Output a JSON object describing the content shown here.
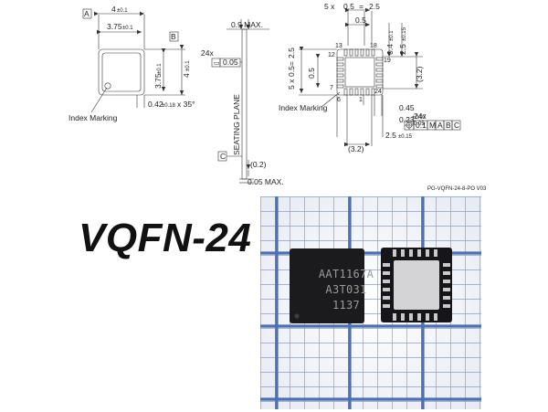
{
  "title": "VQFN-24",
  "drawing_code": "PG-VQFN-24-8-PO  V03",
  "top_view": {
    "datum_a": "A",
    "datum_b": "B",
    "dim_width": "4",
    "dim_width_tol": "±0.1",
    "dim_inner_width": "3.75",
    "dim_inner_width_tol": "±0.1",
    "dim_height": "4",
    "dim_height_tol": "±0.1",
    "dim_inner_height": "3.75",
    "dim_inner_height_tol": "±0.1",
    "chamfer_value": "0.42",
    "chamfer_tol": "±0.18",
    "chamfer_angle": "x 35°",
    "index_label": "Index Marking"
  },
  "side_view": {
    "max_height": "0.9 MAX.",
    "count": "24x",
    "flatness": "0.05",
    "seating_plane": "SEATING PLANE",
    "datum_c": "C",
    "standoff": "(0.2)",
    "standoff_max": "0.05 MAX."
  },
  "bottom_view": {
    "pitch_top": "5 x",
    "pitch_top_value": "0.5",
    "pitch_top_total": "2.5",
    "pitch_top_single": "0.5",
    "pin_13": "13",
    "pin_18": "18",
    "pin_19": "19",
    "pin_12": "12",
    "pin_7": "7",
    "pin_6": "6",
    "pin_1": "1",
    "pin_24": "24",
    "lead_width": "0.4",
    "lead_width_tol": "±0.1",
    "pad_span": "2.5",
    "pad_span_tol": "±0.15",
    "pitch_left": "5 x",
    "pitch_left_value": "0.5",
    "pitch_left_total": "2.5",
    "pitch_left_single": "0.5",
    "exposed_pad_h": "(3.2)",
    "index_label": "Index Marking",
    "lead_length": "0.45",
    "lead_thickness": "0.23",
    "lead_thickness_tol_up": "+0.07",
    "lead_thickness_tol_down": "-0.05",
    "count": "24x",
    "position_tol": "0.1",
    "modifier": "M",
    "datum_a": "A",
    "datum_b": "B",
    "datum_c": "C",
    "pad_span_bottom": "2.5",
    "pad_span_bottom_tol": "±0.15",
    "exposed_pad_w": "(3.2)"
  },
  "photo": {
    "chip_line1": "AAT1167A",
    "chip_line2": "A3T031",
    "chip_line3": "1137"
  }
}
